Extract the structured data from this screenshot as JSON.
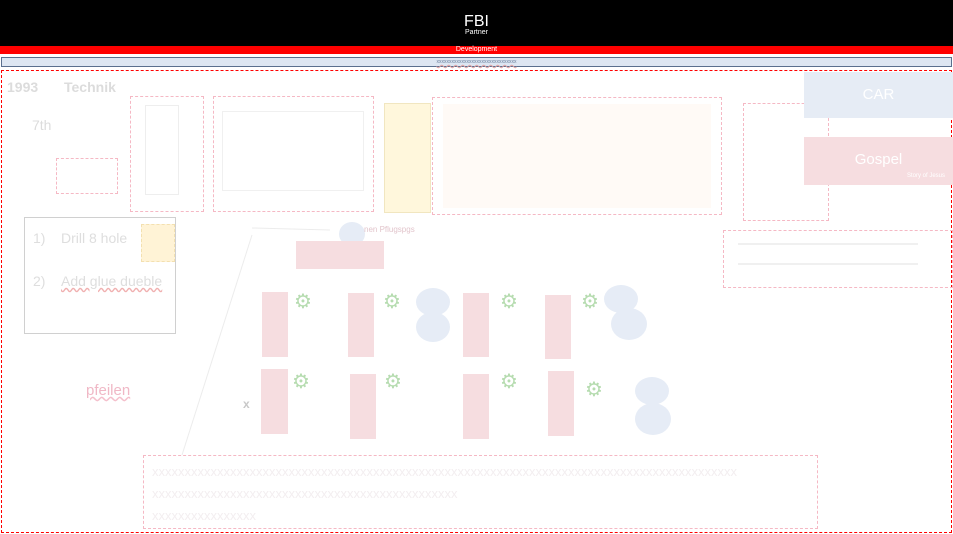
{
  "header": {
    "title": "FBI",
    "subtitle": "Partner"
  },
  "red_band": {
    "label": "Development"
  },
  "nav_bar": {
    "label": "xxxxxxxxxxxxxxxxxxxxxxxxxxxxxxxx"
  },
  "slide": {
    "year": "1993",
    "section": "Technik",
    "step_label": "7th",
    "steps": [
      {
        "num": "1)",
        "text": "Drill 8 hole"
      },
      {
        "num": "2)",
        "text": "Add glue dueble"
      }
    ],
    "pfeilen": "pfeilen",
    "x_label": "x",
    "caption_small": "nen Pflugspgs",
    "right_tiles": [
      {
        "label": "CAR",
        "color": "#e6ecf5"
      },
      {
        "label": "Gospel",
        "color": "#f6dde0",
        "sub": "Story of Jesus"
      }
    ],
    "bottom_text_lines": [
      "xxxxxxxxxxxxxxxxxxxxxxxxxxxxxxxxxxxxxxxxxxxxxxxxxxxxxxxxxxxxxxxxxxxxxxxxxxxxxxxxxxxxxxxxxx",
      "xxxxxxxxxxxxxxxxxxxxxxxxxxxxxxxxxxxxxxxxxxxxxxx",
      "xxxxxxxxxxxxxxxx"
    ]
  },
  "colors": {
    "topbar": "#000000",
    "accent_red": "#ff0000",
    "faded_pink": "#f6dde0",
    "faded_blue": "#e6ecf5"
  },
  "icons": {
    "drill": "drill-press-icon",
    "blob": "dowel-icon"
  }
}
